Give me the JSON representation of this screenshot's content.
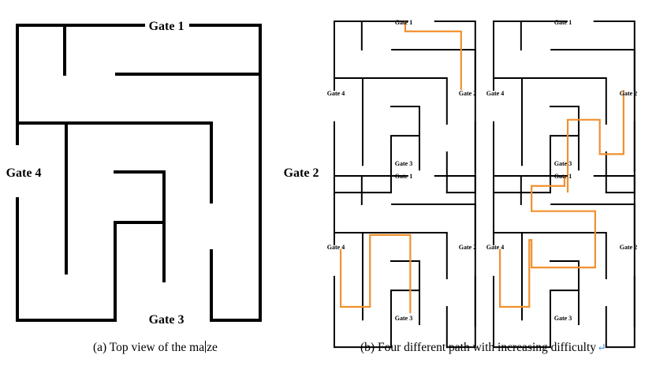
{
  "captions": {
    "a_before_cursor": "(a) Top view of the ma",
    "a_after_cursor": "ze",
    "b": "(b) Four different path with increasing difficulty",
    "return_mark": "↵"
  },
  "gates": {
    "g1": "Gate 1",
    "g2": "Gate 2",
    "g3": "Gate 3",
    "g4": "Gate 4"
  },
  "colors": {
    "walls": "#000000",
    "path": "#f0902e",
    "return_mark": "#4a8fd8"
  }
}
